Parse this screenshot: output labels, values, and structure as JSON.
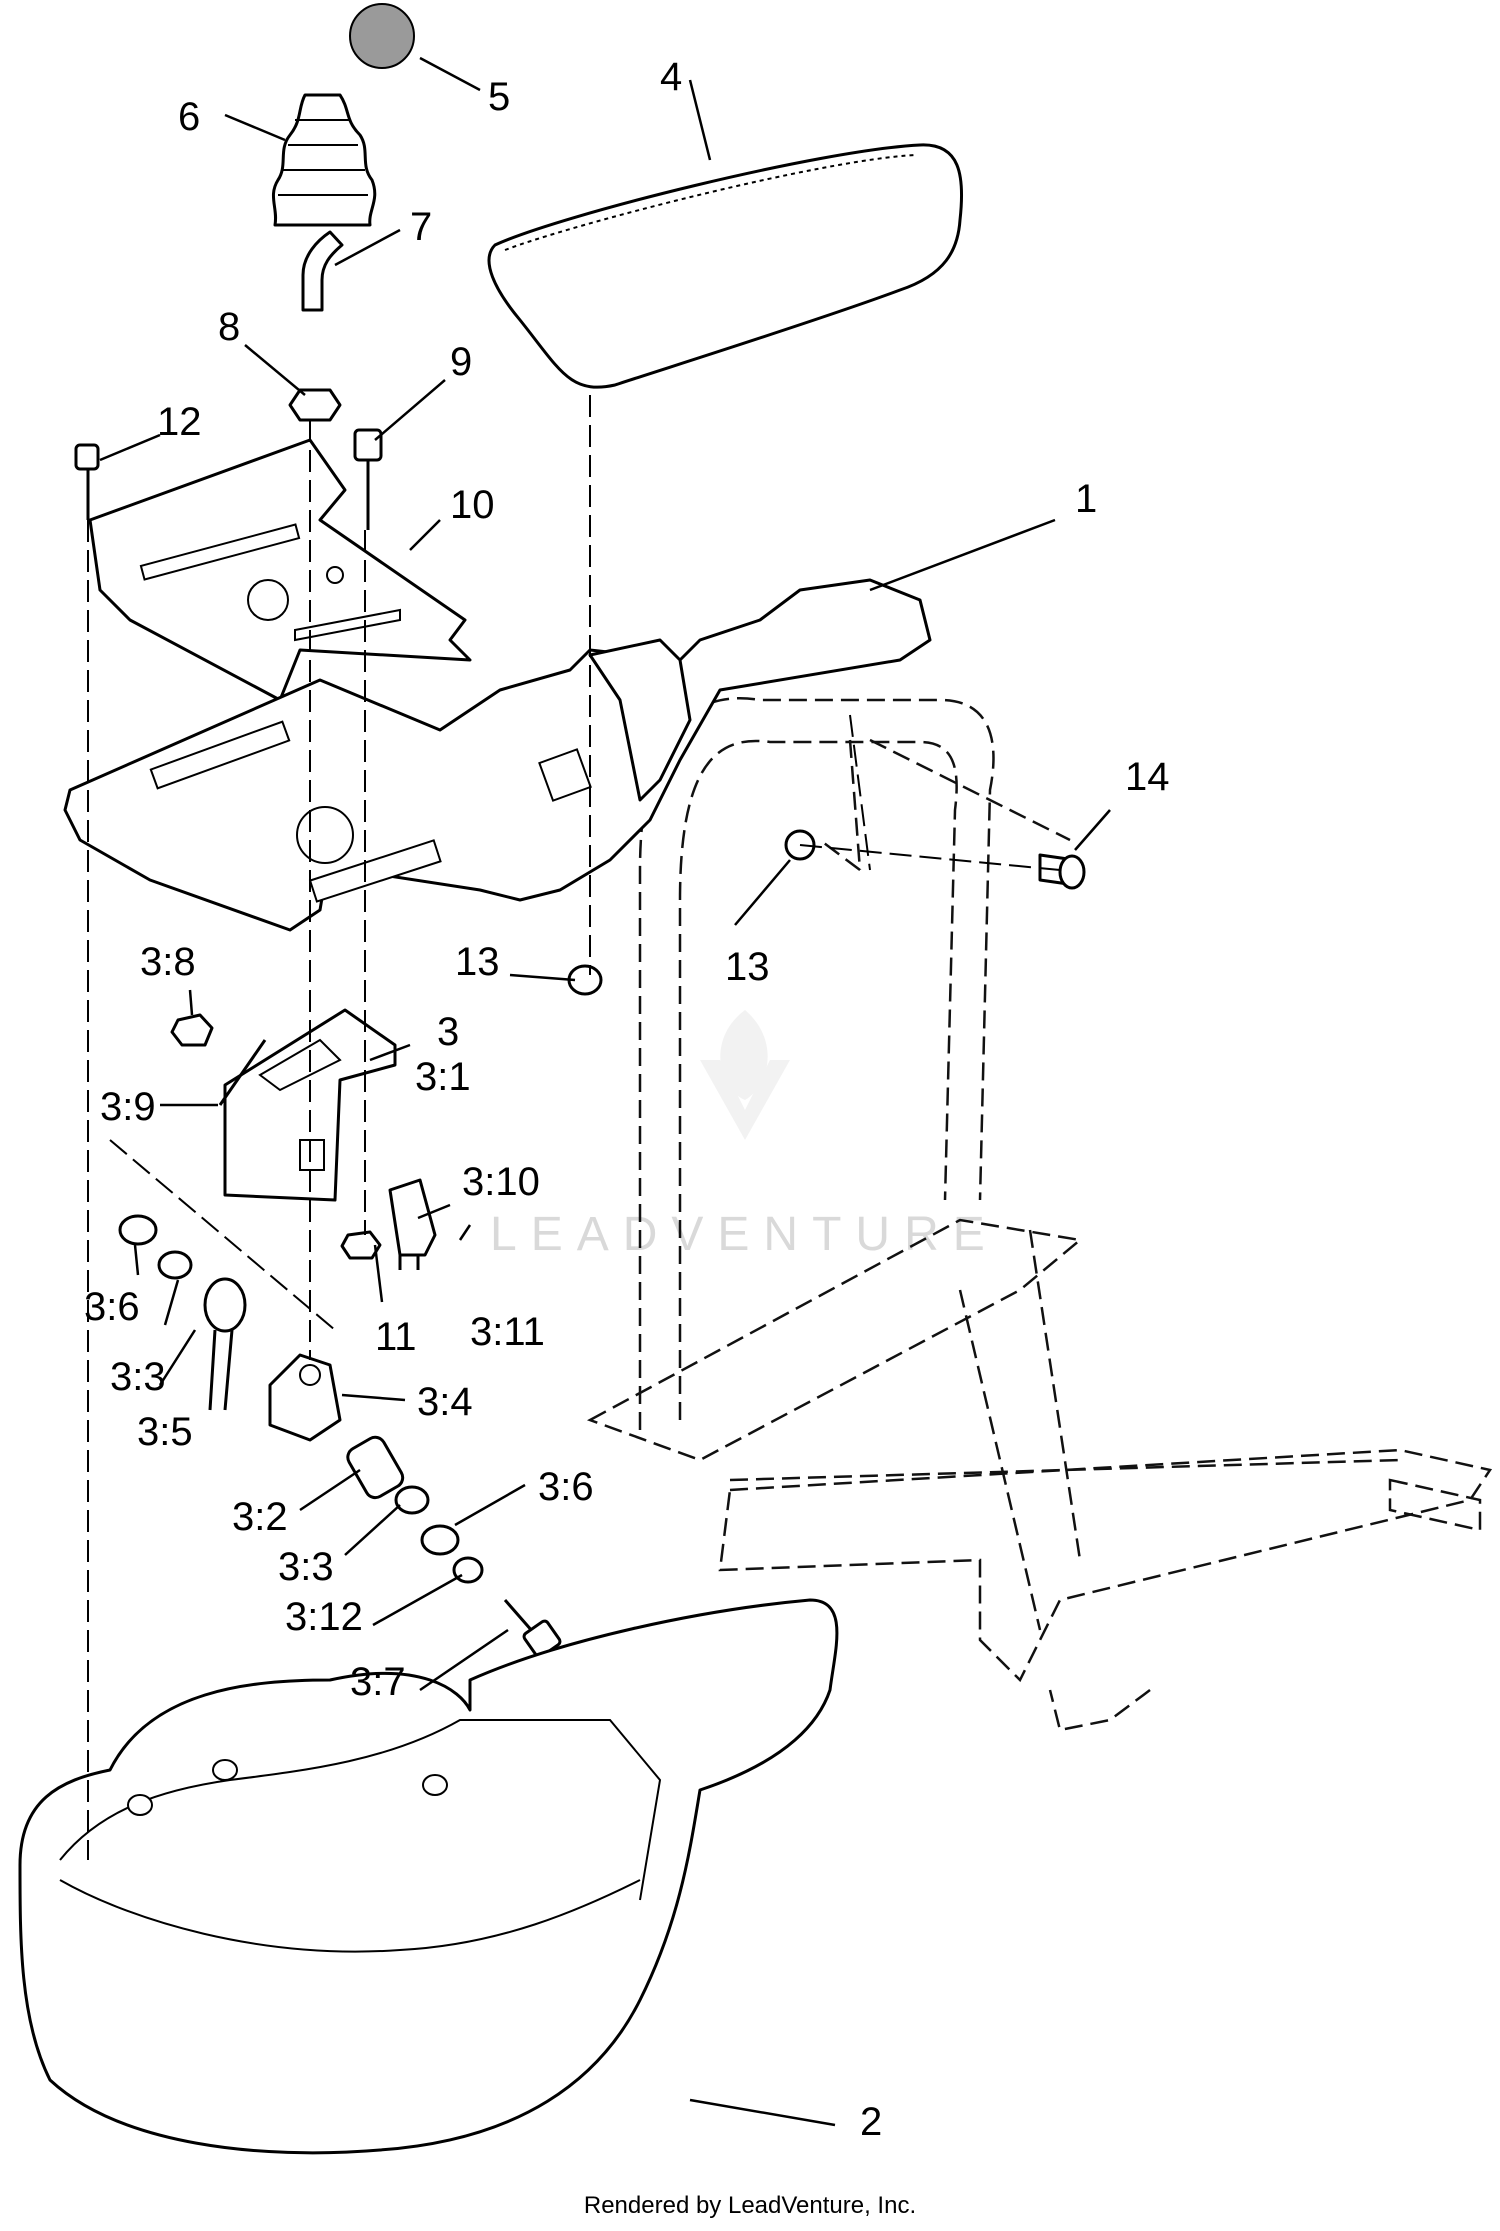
{
  "diagram": {
    "callouts": {
      "c1": "1",
      "c2": "2",
      "c3": "3",
      "c3_1": "3:1",
      "c3_2": "3:2",
      "c3_3a": "3:3",
      "c3_3b": "3:3",
      "c3_4": "3:4",
      "c3_5": "3:5",
      "c3_6a": "3:6",
      "c3_6b": "3:6",
      "c3_7": "3:7",
      "c3_8": "3:8",
      "c3_9": "3:9",
      "c3_10": "3:10",
      "c3_11": "3:11",
      "c3_12": "3:12",
      "c4": "4",
      "c5": "5",
      "c6": "6",
      "c7": "7",
      "c8": "8",
      "c9": "9",
      "c10": "10",
      "c11": "11",
      "c12": "12",
      "c13a": "13",
      "c13b": "13",
      "c14": "14"
    },
    "watermark": "LEADVENTURE",
    "footer": "Rendered by LeadVenture, Inc."
  }
}
